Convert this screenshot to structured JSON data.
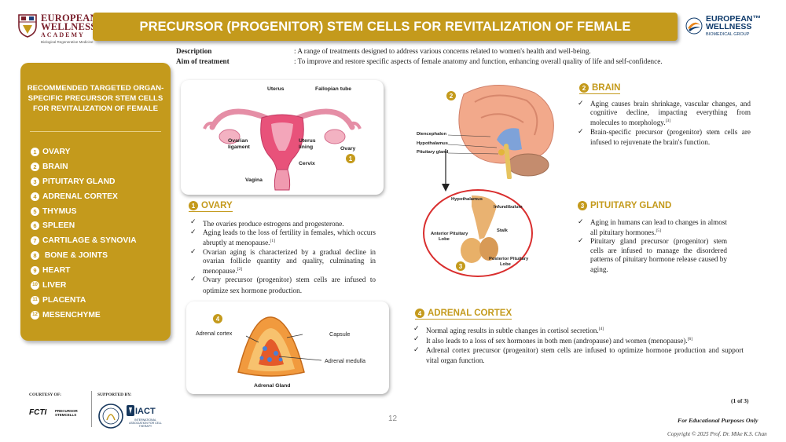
{
  "header": {
    "academy_name_line1": "EUROPEAN",
    "academy_name_line2": "WELLNESS",
    "academy_name_line3": "ACADEMY",
    "academy_sub": "Biological Regenerative Medicine",
    "title": "PRECURSOR (PROGENITOR) STEM CELLS FOR REVITALIZATION OF FEMALE",
    "group_name_line1": "EUROPEAN™",
    "group_name_line2": "WELLNESS",
    "group_sub": "BIOMEDICAL GROUP"
  },
  "description": {
    "label": "Description",
    "text": ": A range of treatments designed to address various concerns related to women's health and well-being."
  },
  "aim": {
    "label": "Aim of treatment",
    "text": ": To improve and restore specific aspects of female anatomy and function, enhancing overall quality of life and self-confidence."
  },
  "sidebar": {
    "title": "RECOMMENDED TARGETED ORGAN-SPECIFIC PRECURSOR STEM CELLS FOR REVITALIZATION OF FEMALE",
    "items": [
      {
        "num": "1",
        "label": "OVARY"
      },
      {
        "num": "2",
        "label": "BRAIN"
      },
      {
        "num": "3",
        "label": "PITUITARY GLAND"
      },
      {
        "num": "4",
        "label": "ADRENAL CORTEX"
      },
      {
        "num": "5",
        "label": "THYMUS"
      },
      {
        "num": "6",
        "label": "SPLEEN"
      },
      {
        "num": "7",
        "label": "CARTILAGE & SYNOVIA"
      },
      {
        "num": "8",
        "label": " BONE & JOINTS"
      },
      {
        "num": "9",
        "label": "HEART"
      },
      {
        "num": "10",
        "label": "LIVER"
      },
      {
        "num": "11",
        "label": "PLACENTA"
      },
      {
        "num": "12",
        "label": "MESENCHYME"
      }
    ]
  },
  "ovary_figure": {
    "uterus": "Uterus",
    "fallopian": "Fallopian tube",
    "ovarian_ligament_1": "Ovarian",
    "ovarian_ligament_2": "ligament",
    "uterus_lining_1": "Uterus",
    "uterus_lining_2": "lining",
    "ovary": "Ovary",
    "cervix": "Cervix",
    "vagina": "Vagina",
    "badge": "1"
  },
  "brain_figure": {
    "badge_top": "2",
    "diencephalon": "Diencephalon",
    "hypothalamus": "Hypothalamus",
    "pituitary": "Pituitary gland",
    "zoom_hypothalamus": "Hypothalamus",
    "infundibulum": "Infundibulum",
    "stalk": "Stalk",
    "anterior_1": "Anterior Pituitary",
    "anterior_2": "Lobe",
    "posterior_1": "Posterior Pituitary",
    "posterior_2": "Lobe",
    "badge_bottom": "3"
  },
  "adrenal_figure": {
    "badge": "4",
    "cortex": "Adrenal cortex",
    "capsule": "Capsule",
    "medulla": "Adrenal medulla",
    "caption": "Adrenal Gland"
  },
  "sections": {
    "ovary": {
      "num": "1",
      "title": "OVARY",
      "bullets": [
        {
          "text": "The ovaries produce estrogens and progesterone.",
          "ref": ""
        },
        {
          "text": "Aging leads to the loss of fertility in females, which occurs abruptly at menopause.",
          "ref": "[1]"
        },
        {
          "text": "Ovarian aging is characterized by a gradual decline in ovarian follicle quantity and quality, culminating in menopause.",
          "ref": "[2]"
        },
        {
          "text": "Ovary precursor (progenitor) stem cells are infused to optimize sex hormone production.",
          "ref": ""
        }
      ]
    },
    "brain": {
      "num": "2",
      "title": "BRAIN",
      "bullets": [
        {
          "text": "Aging causes brain shrinkage, vascular changes, and cognitive decline, impacting everything from molecules to morphology.",
          "ref": "[3]"
        },
        {
          "text": "Brain-specific precursor (progenitor) stem cells are infused to rejuvenate the brain's function.",
          "ref": ""
        }
      ]
    },
    "pituitary": {
      "num": "3",
      "title": "PITUITARY GLAND",
      "bullets": [
        {
          "text": "Aging in humans can lead to changes in almost all pituitary hormones.",
          "ref": "[5]"
        },
        {
          "text": "Pituitary gland precursor (progenitor) stem cells are infused to manage the disordered patterns of pituitary hormone release caused by aging.",
          "ref": ""
        }
      ]
    },
    "adrenal": {
      "num": "4",
      "title": "ADRENAL CORTEX",
      "bullets": [
        {
          "text": "Normal aging results in subtle changes in cortisol secretion.",
          "ref": "[4]"
        },
        {
          "text": "It also leads to a loss of sex hormones in both men (andropause) and women (menopause).",
          "ref": "[6]"
        },
        {
          "text": "Adrenal cortex precursor (progenitor) stem cells are infused to optimize hormone production and support vital organ function.",
          "ref": ""
        }
      ]
    }
  },
  "footer": {
    "courtesy": "COURTESY OF:",
    "supported": "SUPPORTED BY:",
    "fcti": "FCTI",
    "fcti_sub_1": "PRECURSOR",
    "fcti_sub_2": "STEMCELLS",
    "iact": "IACT",
    "iact_sub": "INTERNATIONAL ASSOCIATION FOR CELL THERAPY",
    "page_number": "12",
    "page_of": "(1 of 3)",
    "edu": "For Educational Purposes Only",
    "copyright": "Copyright © 2025 Prof. Dr. Mike K.S. Chan"
  },
  "colors": {
    "gold": "#c49a1c",
    "maroon": "#7a1f2b",
    "navy": "#0e3a6b"
  }
}
